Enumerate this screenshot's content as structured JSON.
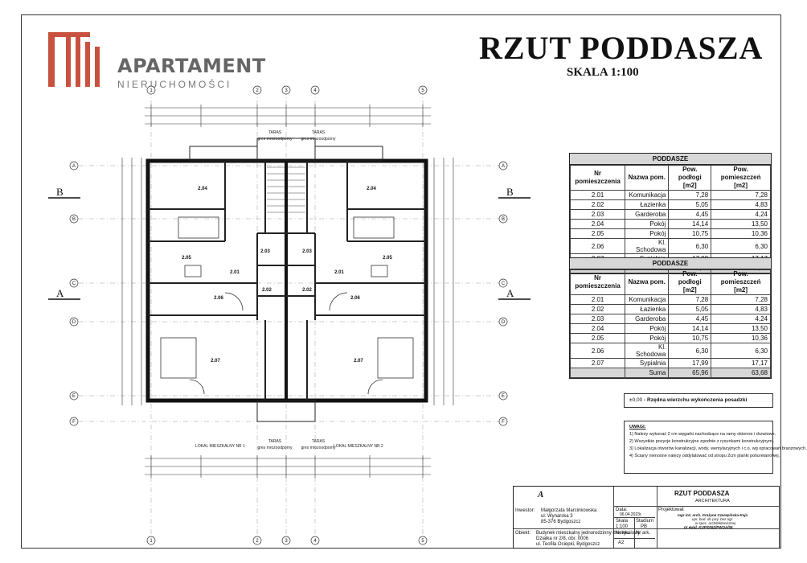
{
  "brand": {
    "name": "APARTAMENT",
    "sub": "NIERUCHOMOŚCI",
    "color": "#c8523f"
  },
  "title": "RZUT PODDASZA",
  "scale": "SKALA 1:100",
  "plan": {
    "grid_top": [
      "1",
      "2",
      "3",
      "4",
      "5"
    ],
    "grid_side": [
      "A",
      "B",
      "C",
      "D",
      "E",
      "F"
    ],
    "section_labels": [
      "B",
      "B",
      "A",
      "A"
    ],
    "rooms": [
      "2.04",
      "2.04",
      "2.05",
      "2.05",
      "2.03",
      "2.03",
      "2.01",
      "2.01",
      "2.02",
      "2.02",
      "2.06",
      "2.06",
      "2.07",
      "2.07"
    ],
    "bottom_labels": [
      "LOKAL MIESZKALNY NR 1",
      "LOKAL MIESZKALNY NR 2"
    ],
    "terrace": "TARAS",
    "terrace_material": "gres mrozoodporny"
  },
  "room_table": {
    "caption": "PODDASZE",
    "headers": [
      "Nr pomieszczenia",
      "Nazwa pom.",
      "Pow. podłogi [m2]",
      "Pow. pomieszczeń [m2]"
    ],
    "rows": [
      [
        "2.01",
        "Komunikacja",
        "7,28",
        "7,28"
      ],
      [
        "2.02",
        "Łazienka",
        "5,05",
        "4,83"
      ],
      [
        "2.03",
        "Garderoba",
        "4,45",
        "4,24"
      ],
      [
        "2.04",
        "Pokój",
        "14,14",
        "13,50"
      ],
      [
        "2.05",
        "Pokój",
        "10,75",
        "10,36"
      ],
      [
        "2.06",
        "Kl. Schodowa",
        "6,30",
        "6,30"
      ],
      [
        "2.07",
        "Sypialnia",
        "17,99",
        "17,17"
      ]
    ],
    "sum_label": "Suma",
    "sum": [
      "65,96",
      "63,68"
    ]
  },
  "legend_note": {
    "level": "±0,00",
    "text": "- Rzędna wierzchu wykończenia posadzki"
  },
  "notes": {
    "heading": "UWAGI:",
    "items": [
      "1) Należy wykonać 2 cm węgarki nachodzące na ramy okienne i drzwiowe.",
      "2) Wszystkie pozycje konstrukcyjne zgodnie z rysunkami konstrukcyjnymi.",
      "3) Lokalizacja otworów kanalizacji, wody, wentylacyjnych i c.o. wg opracowań branżowych.",
      "4) Ściany nienośne należy oddylatować od stropu 2cm planki poliuretanowej."
    ]
  },
  "title_block": {
    "drawing_title": "RZUT PODDASZA",
    "discipline": "ARCHITEKTURA",
    "investor_label": "Inwestor:",
    "investor": [
      "Małgorzata Marcinkowska",
      "ul. Wynarska 3",
      "85-376 Bydgoszcz"
    ],
    "object_label": "Obiekt:",
    "object": [
      "Budynek mieszkalny jednorodzinny dwulokalowy",
      "Działka nr 2/8, obr. 0006",
      "ul. Teofila Ociepki, Bydgoszcz"
    ],
    "date_label": "Data:",
    "date": "06.04.2023r.",
    "scale_label": "Skala",
    "scale_value": "1:100",
    "stage_label": "Stadium",
    "stage_value": "PB",
    "sheet_label": "Nr rys.",
    "sheet_value": "A2",
    "sheet_no_label": "Nr ark.",
    "designer_label": "Projektował:",
    "designer": [
      "mgr inż. arch. Grażyna Czerepińska-Kaja",
      "upr. bud. do proj. bez ogr.",
      "w spec. architektonicznej",
      "nr ewid. KUP/0052/PWOA/05"
    ]
  }
}
